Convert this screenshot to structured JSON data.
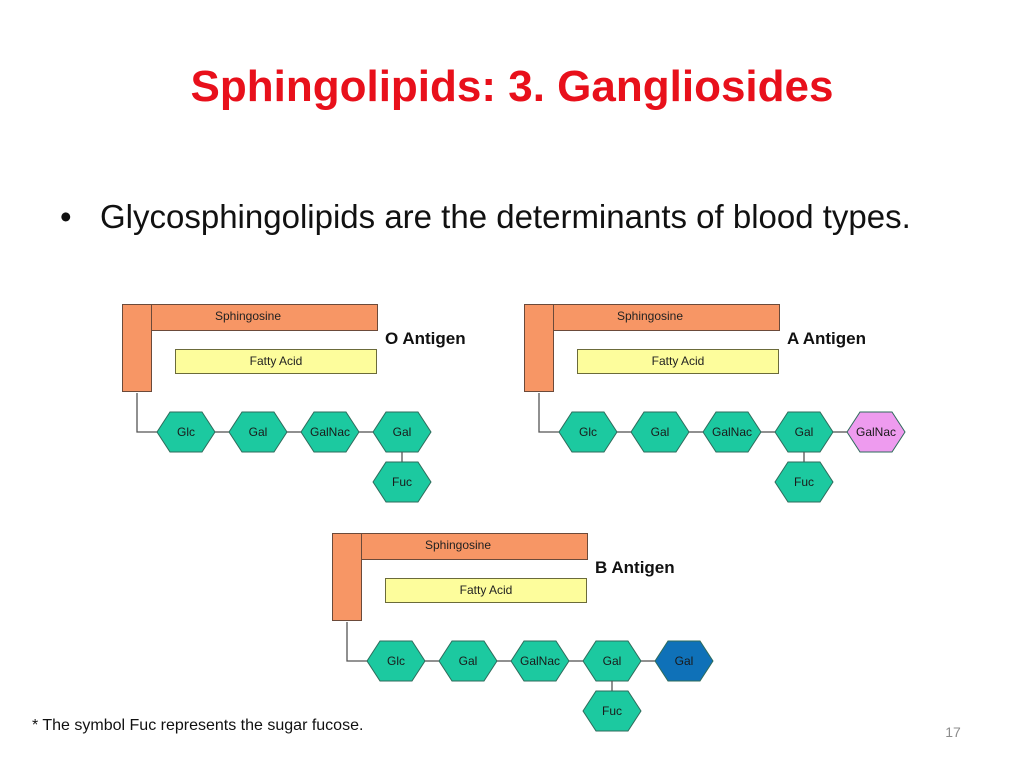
{
  "slide": {
    "title": "Sphingolipids: 3. Gangliosides",
    "bullet_symbol": "•",
    "bullet": "Glycosphingolipids are the determinants of blood types.",
    "footnote": "* The symbol Fuc represents the sugar fucose.",
    "page_number": "17"
  },
  "labels": {
    "sphingosine": "Sphingosine",
    "fatty_acid": "Fatty Acid"
  },
  "colors": {
    "title": "#e8101b",
    "sphingosine_fill": "#f79665",
    "fatty_acid_fill": "#fdfd9c",
    "sugar_default": "#1cc9a0",
    "sugar_galnac_terminal": "#ee9bef",
    "sugar_gal_terminal": "#0f71b8"
  },
  "antigens": [
    {
      "name": "O Antigen",
      "chain": [
        {
          "label": "Glc",
          "color": "#1cc9a0"
        },
        {
          "label": "Gal",
          "color": "#1cc9a0"
        },
        {
          "label": "GalNac",
          "color": "#1cc9a0"
        },
        {
          "label": "Gal",
          "color": "#1cc9a0"
        }
      ],
      "branch": {
        "label": "Fuc",
        "color": "#1cc9a0",
        "attached_to_index": 3
      }
    },
    {
      "name": "A Antigen",
      "chain": [
        {
          "label": "Glc",
          "color": "#1cc9a0"
        },
        {
          "label": "Gal",
          "color": "#1cc9a0"
        },
        {
          "label": "GalNac",
          "color": "#1cc9a0"
        },
        {
          "label": "Gal",
          "color": "#1cc9a0"
        },
        {
          "label": "GalNac",
          "color": "#ee9bef"
        }
      ],
      "branch": {
        "label": "Fuc",
        "color": "#1cc9a0",
        "attached_to_index": 3
      }
    },
    {
      "name": "B Antigen",
      "chain": [
        {
          "label": "Glc",
          "color": "#1cc9a0"
        },
        {
          "label": "Gal",
          "color": "#1cc9a0"
        },
        {
          "label": "GalNac",
          "color": "#1cc9a0"
        },
        {
          "label": "Gal",
          "color": "#1cc9a0"
        },
        {
          "label": "Gal",
          "color": "#0f71b8"
        }
      ],
      "branch": {
        "label": "Fuc",
        "color": "#1cc9a0",
        "attached_to_index": 3
      }
    }
  ]
}
